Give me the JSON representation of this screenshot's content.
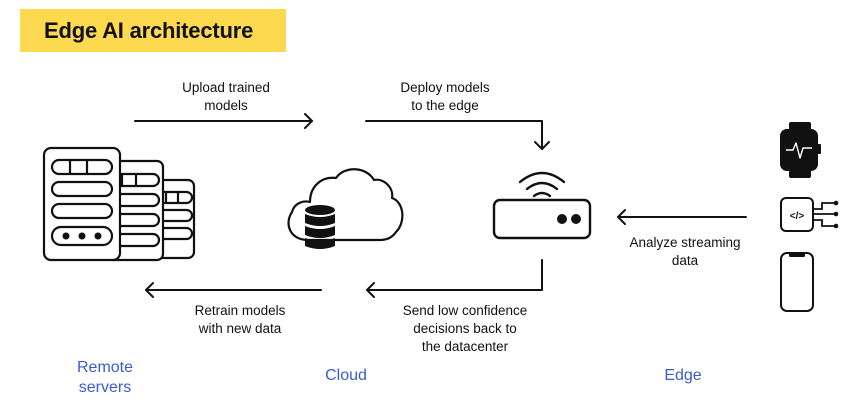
{
  "title": "Edge AI architecture",
  "colors": {
    "title_bg": "#fcd94e",
    "zone_label": "#3b5bd0",
    "stroke": "#111111"
  },
  "flows": {
    "upload": {
      "line1": "Upload trained",
      "line2": "models",
      "direction": "remote-servers → cloud"
    },
    "deploy": {
      "line1": "Deploy models",
      "line2": "to the edge",
      "direction": "cloud → edge device"
    },
    "analyze": {
      "line1": "Analyze streaming",
      "line2": "data",
      "direction": "end devices → edge device"
    },
    "send_back": {
      "line1": "Send low confidence",
      "line2": "decisions back to",
      "line3": "the datacenter",
      "direction": "edge device → cloud"
    },
    "retrain": {
      "line1": "Retrain models",
      "line2": "with new data",
      "direction": "cloud → remote servers"
    }
  },
  "zones": {
    "remote": {
      "line1": "Remote",
      "line2": "servers"
    },
    "cloud": "Cloud",
    "edge": "Edge"
  },
  "icons": {
    "remote": "server-rack-icon",
    "cloud": "cloud-database-icon",
    "edge_device": "wifi-router-icon",
    "devices": [
      "smartwatch-icon",
      "iot-chip-icon",
      "smartphone-icon"
    ]
  }
}
